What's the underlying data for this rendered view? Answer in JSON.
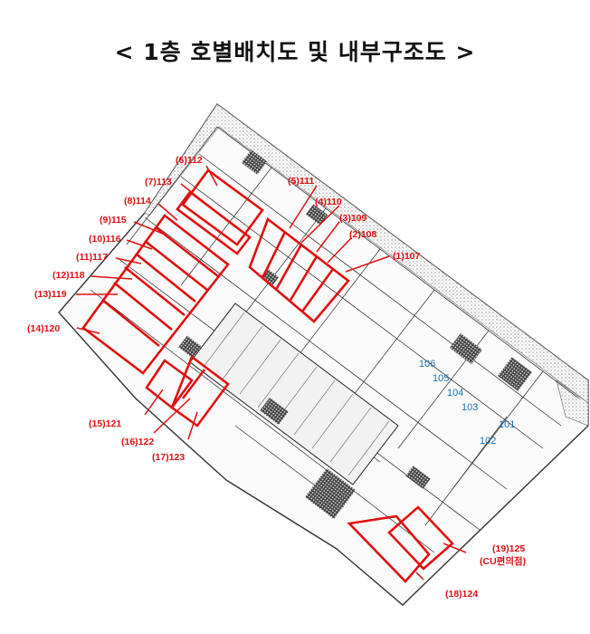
{
  "title": "< 1층 호별배치도 및 내부구조도 >",
  "colors": {
    "highlight": "#e01010",
    "unit_number": "#1a6fb0",
    "linework": "#2a2a2a"
  },
  "plan": {
    "units_highlighted": [
      "(1)107",
      "(2)108",
      "(3)109",
      "(4)110",
      "(5)111",
      "(6)112",
      "(7)113",
      "(8)114",
      "(9)115",
      "(10)116",
      "(11)117",
      "(12)118",
      "(13)119",
      "(14)120",
      "(15)121",
      "(16)122",
      "(17)123",
      "(18)124",
      "(19)125"
    ],
    "unit_19_note": "(CU편의점)",
    "units_other": [
      "101",
      "102",
      "103",
      "104",
      "105",
      "106"
    ]
  }
}
